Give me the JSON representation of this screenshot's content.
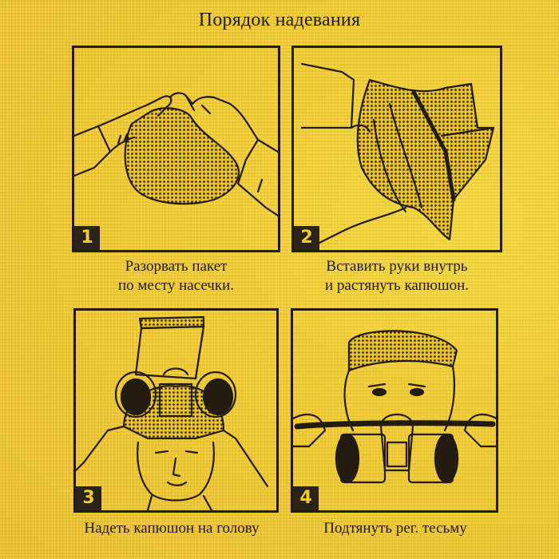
{
  "title": "Порядок надевания",
  "steps": [
    {
      "number": "1",
      "caption_line1": "Разорвать пакет",
      "caption_line2": "по месту насечки.",
      "illustration": "hands-tearing-package"
    },
    {
      "number": "2",
      "caption_line1": "Вставить руки внутрь",
      "caption_line2": "и растянуть капюшон.",
      "illustration": "hands-stretching-hood"
    },
    {
      "number": "3",
      "caption_line1": "Надеть капюшон на голову",
      "caption_line2": "",
      "illustration": "putting-hood-on-head"
    },
    {
      "number": "4",
      "caption_line1": "Подтянуть рег. тесьму",
      "caption_line2": "",
      "illustration": "tightening-strap"
    }
  ],
  "colors": {
    "background": "#F3CC2E",
    "ink": "#231C10",
    "number_badge": "#2A2418"
  }
}
